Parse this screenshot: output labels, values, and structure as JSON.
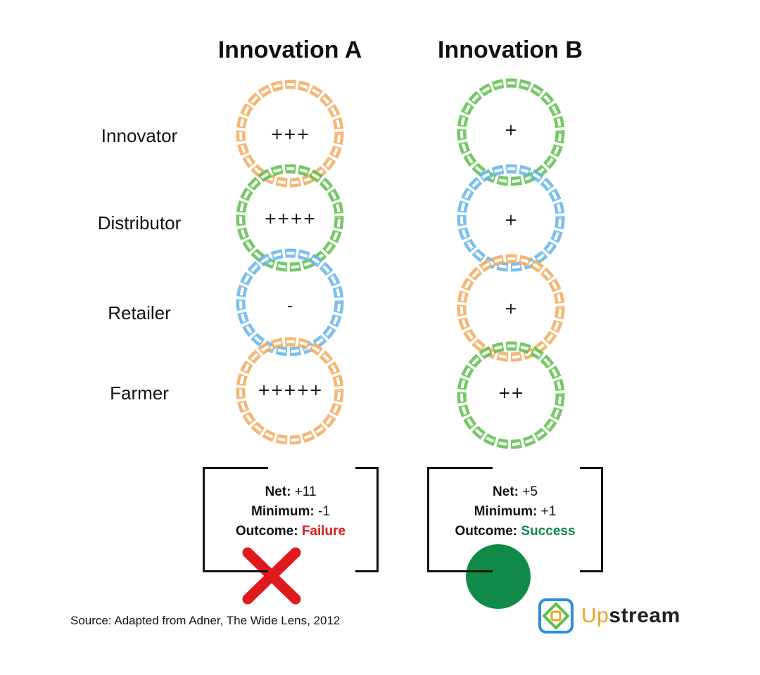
{
  "columns": [
    {
      "title": "Innovation A",
      "scores": [
        "+++",
        "++++",
        "-",
        "+++++"
      ]
    },
    {
      "title": "Innovation B",
      "scores": [
        "+",
        "+",
        "+",
        "++"
      ]
    }
  ],
  "row_labels": [
    "Innovator",
    "Distributor",
    "Retailer",
    "Farmer"
  ],
  "ring_colors": {
    "orange": "#f5a95a",
    "green": "#5cbf4a",
    "blue": "#63b4ea"
  },
  "ring_sequence_a": [
    "orange",
    "green",
    "blue",
    "orange"
  ],
  "ring_sequence_b": [
    "green",
    "blue",
    "orange",
    "green"
  ],
  "outcomes": [
    {
      "net_label": "Net:",
      "net_value": "+11",
      "min_label": "Minimum:",
      "min_value": "-1",
      "outcome_label": "Outcome:",
      "outcome_value": "Failure",
      "marker": "cross-icon",
      "marker_color": "#e0191f"
    },
    {
      "net_label": "Net:",
      "net_value": "+5",
      "min_label": "Minimum:",
      "min_value": "+1",
      "outcome_label": "Outcome:",
      "outcome_value": "Success",
      "marker": "circle-icon",
      "marker_color": "#0f8a47"
    }
  ],
  "source": "Source: Adapted from Adner, The Wide Lens, 2012",
  "logo": {
    "part1": "Up",
    "part2": "stream",
    "icon": "upstream-logo-icon",
    "accent": "#f0a21e",
    "icon_blue": "#2a8de0",
    "icon_green": "#5cbf4a"
  }
}
